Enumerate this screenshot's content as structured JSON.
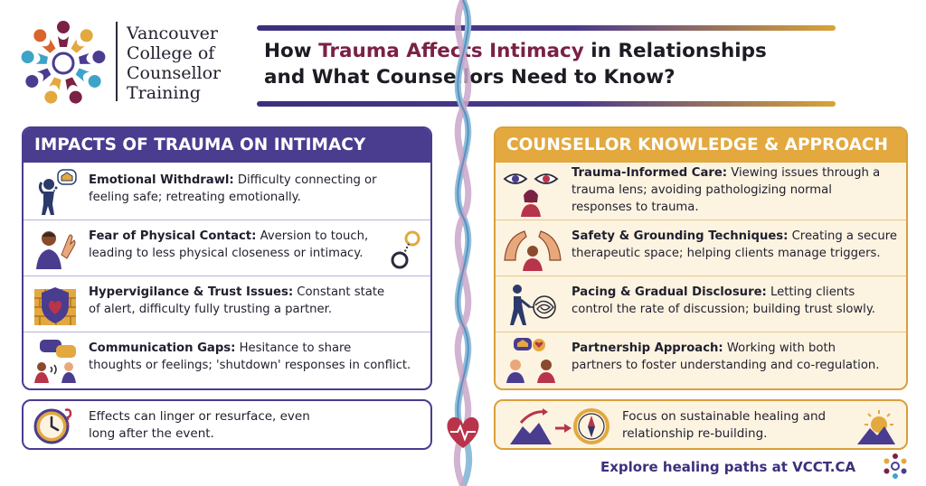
{
  "brand": {
    "college_line1": "Vancouver",
    "college_line2": "College of",
    "college_line3": "Counsellor",
    "college_line4": "Training"
  },
  "title": {
    "line1_pre": "How ",
    "line1_accent": "Trauma Affects Intimacy",
    "line1_post": " in Relationships",
    "line2": "and What Counsellors Need to Know?"
  },
  "left_panel": {
    "heading": "IMPACTS OF TRAUMA ON INTIMACY",
    "items": [
      {
        "term": "Emotional Withdrawl:",
        "line1": " Difficulty connecting or",
        "line2": "feeling safe; retreating emotionally.",
        "icon": "withdrawn-person-icon"
      },
      {
        "term": "Fear of Physical Contact:",
        "line1": " Aversion to touch,",
        "line2": "leading to less physical closeness or intimacy.",
        "icon": "raised-hand-person-icon"
      },
      {
        "term": "Hypervigilance & Trust Issues:",
        "line1": " Constant state",
        "line2": "of alert, difficulty fully trusting a partner.",
        "icon": "shield-heart-icon"
      },
      {
        "term": "Communication Gaps:",
        "line1": " Hesitance to share",
        "line2": "thoughts or feelings; 'shutdown' responses in conflict.",
        "icon": "speech-bubbles-icon"
      }
    ],
    "note_line1": "Effects can linger or resurface, even",
    "note_line2": "long after the event."
  },
  "right_panel": {
    "heading": "COUNSELLOR KNOWLEDGE & APPROACH",
    "items": [
      {
        "term": "Trauma-Informed Care:",
        "line1": " Viewing issues through a",
        "line2": "trauma lens; avoiding pathologizing normal",
        "line3": "responses to trauma.",
        "icon": "eyes-person-icon"
      },
      {
        "term": "Safety & Grounding Techniques:",
        "line1": " Creating a secure",
        "line2": "therapeutic space; helping clients manage triggers.",
        "icon": "hands-protect-icon"
      },
      {
        "term": "Pacing & Gradual Disclosure:",
        "line1": " Letting clients",
        "line2": "control the rate of discussion; building trust slowly.",
        "icon": "walking-tangle-icon"
      },
      {
        "term": "Partnership Approach:",
        "line1": " Working with both",
        "line2": "partners to foster understanding and co-regulation.",
        "icon": "couple-talk-icon"
      }
    ],
    "note_line1": "Focus on sustainable healing and",
    "note_line2": "relationship re-building."
  },
  "footer": {
    "cta": "Explore healing paths at VCCT.CA"
  },
  "colors": {
    "purple": "#4a3c8f",
    "gold": "#e3a83e",
    "accent_red": "#7a2145",
    "cream": "#fdf3e1"
  }
}
